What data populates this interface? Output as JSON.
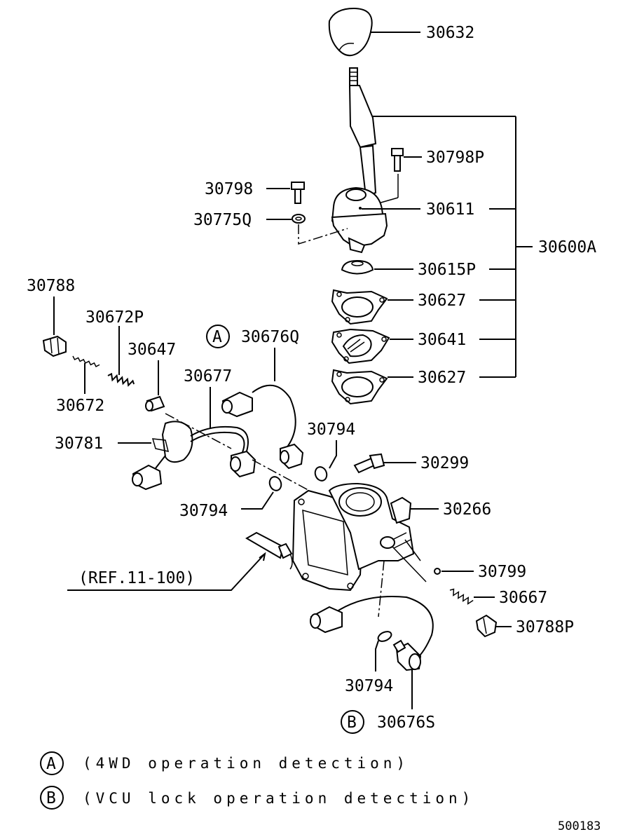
{
  "parts": {
    "p30632": "30632",
    "p30798P": "30798P",
    "p30798": "30798",
    "p30611": "30611",
    "p30775Q": "30775Q",
    "p30600A": "30600A",
    "p30615P": "30615P",
    "p30627a": "30627",
    "p30641": "30641",
    "p30627b": "30627",
    "p30788": "30788",
    "p30672P": "30672P",
    "p30647": "30647",
    "p30677": "30677",
    "p30676Q": "30676Q",
    "p30672": "30672",
    "p30781": "30781",
    "p30794a": "30794",
    "p30299": "30299",
    "p30794b": "30794",
    "p30266": "30266",
    "p30799": "30799",
    "p30667": "30667",
    "p30788P": "30788P",
    "p30794c": "30794",
    "p30676S": "30676S"
  },
  "reference": "(REF.11-100)",
  "markers": {
    "a": "A",
    "b": "B"
  },
  "legend": [
    {
      "marker": "A",
      "text": "(4WD operation detection)"
    },
    {
      "marker": "B",
      "text": "(VCU lock operation detection)"
    }
  ],
  "diagram_code": "500183"
}
